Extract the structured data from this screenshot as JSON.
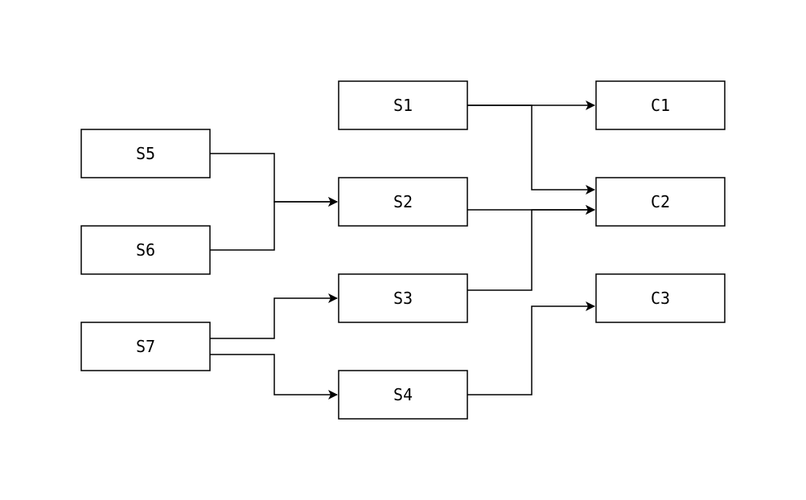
{
  "nodes": [
    {
      "id": "S1",
      "label": "S1"
    },
    {
      "id": "S2",
      "label": "S2"
    },
    {
      "id": "S3",
      "label": "S3"
    },
    {
      "id": "S4",
      "label": "S4"
    },
    {
      "id": "S5",
      "label": "S5"
    },
    {
      "id": "S6",
      "label": "S6"
    },
    {
      "id": "S7",
      "label": "S7"
    },
    {
      "id": "C1",
      "label": "C1"
    },
    {
      "id": "C2",
      "label": "C2"
    },
    {
      "id": "C3",
      "label": "C3"
    }
  ],
  "edges": [
    {
      "from": "S5",
      "to": "S2"
    },
    {
      "from": "S6",
      "to": "S2"
    },
    {
      "from": "S7",
      "to": "S3"
    },
    {
      "from": "S7",
      "to": "S4"
    },
    {
      "from": "S1",
      "to": "C1"
    },
    {
      "from": "S1",
      "to": "C2"
    },
    {
      "from": "S2",
      "to": "C2"
    },
    {
      "from": "S3",
      "to": "C2"
    },
    {
      "from": "S4",
      "to": "C3"
    }
  ],
  "colors": {
    "stroke": "#000000",
    "fill": "#ffffff",
    "background": "#ffffff"
  }
}
